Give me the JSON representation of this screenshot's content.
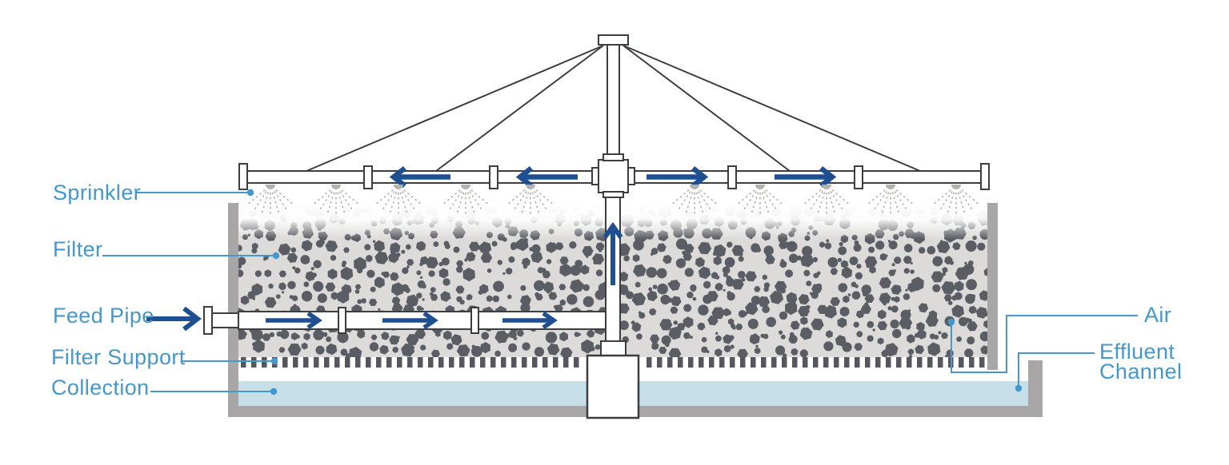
{
  "diagram": {
    "labels": {
      "sprinkler": "Sprinkler",
      "filter": "Filter",
      "feed_pipe": "Feed Pipe",
      "filter_support": "Filter Support",
      "collection": "Collection",
      "air": "Air",
      "effluent_line1": "Effluent",
      "effluent_line2": "Channel"
    },
    "colors": {
      "accent": "#4498cb",
      "arrow": "#1d4f91",
      "outline": "#3b3d3f",
      "structure_gray": "#a8a6a7",
      "water": "#c6dfe9",
      "media_bg": "#dcdbd9",
      "media_stone": "#5a5d63",
      "support": "#54575d",
      "spray": "#b3b1af"
    }
  }
}
